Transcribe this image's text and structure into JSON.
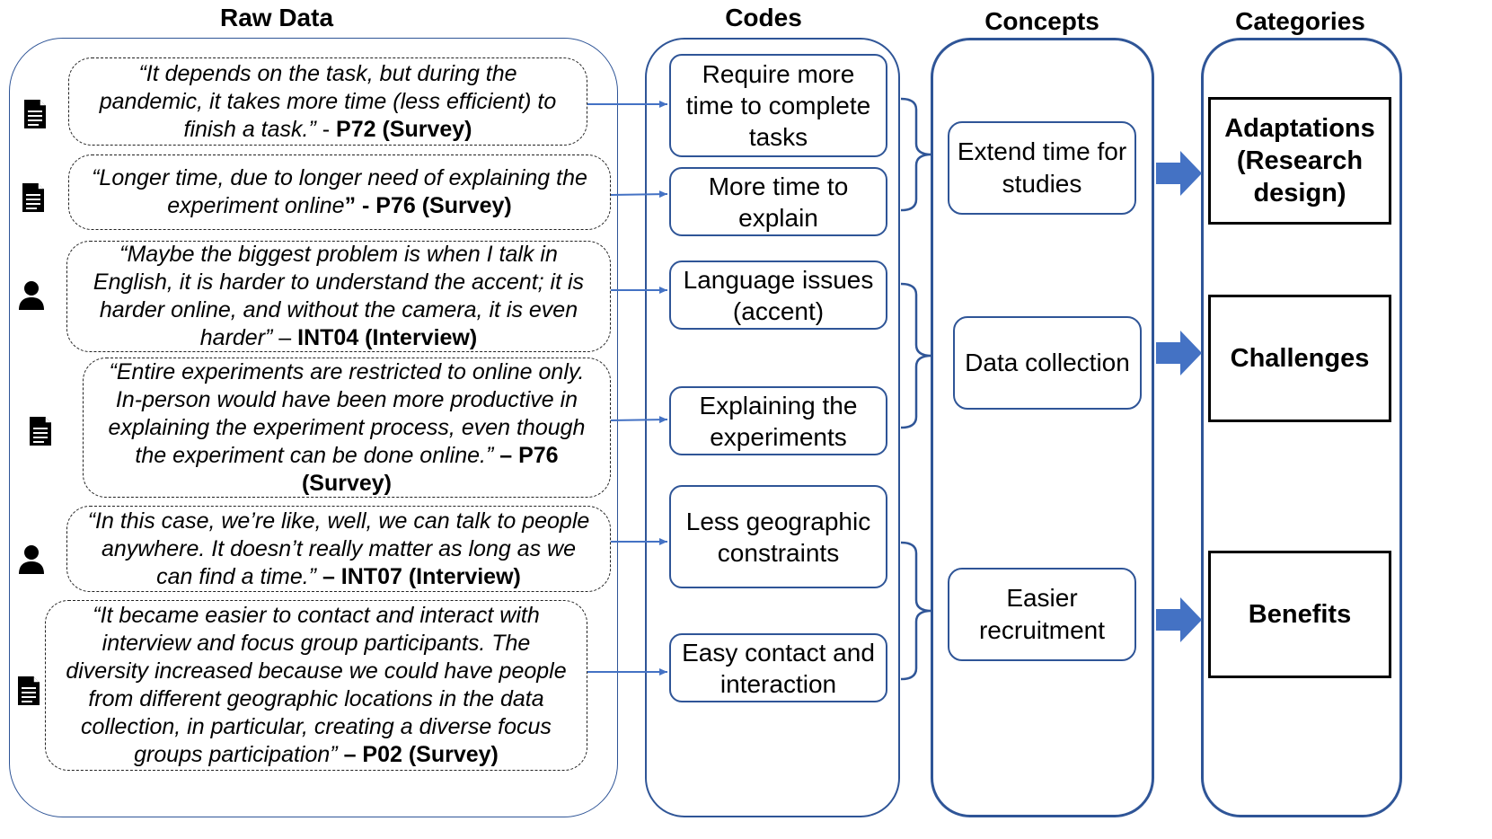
{
  "headers": {
    "raw_data": "Raw Data",
    "codes": "Codes",
    "concepts": "Concepts",
    "categories": "Categories"
  },
  "quotes": [
    {
      "icon": "document-icon",
      "lines": [
        "“It depends on the task, but during the",
        "pandemic, it takes more time (less efficient) to",
        "finish a task.”"
      ],
      "source_sep": " - ",
      "source": "P72 (Survey)"
    },
    {
      "icon": "document-icon",
      "lines": [
        "“Longer time, due to longer need of explaining the",
        "experiment online"
      ],
      "source_sep": "” - ",
      "source": "P76 (Survey)"
    },
    {
      "icon": "person-icon",
      "lines": [
        "“Maybe the biggest problem is when I talk in",
        "English, it is harder to understand the accent; it is",
        "harder online, and without the camera, it is even",
        "harder”"
      ],
      "source_sep": " – ",
      "source": "INT04 (Interview)"
    },
    {
      "icon": "document-icon",
      "lines": [
        "“Entire experiments are restricted to online only.",
        "In-person would have been more productive in",
        "explaining the experiment process, even though",
        "the experiment can be done online.”"
      ],
      "source_sep": " – ",
      "source": "P76 (Survey)"
    },
    {
      "icon": "person-icon",
      "lines": [
        "“In this case, we’re like, well, we can talk to people",
        "anywhere. It doesn’t really matter as long as we",
        "can find a time.”"
      ],
      "source_sep": " – ",
      "source": "INT07 (Interview)"
    },
    {
      "icon": "document-icon",
      "lines": [
        "“It became easier to contact and interact with",
        "interview and focus group participants. The",
        "diversity increased because we could have people",
        "from different geographic locations in the data",
        "collection, in particular, creating a diverse focus",
        "groups participation”"
      ],
      "source_sep": " – ",
      "source": "P02 (Survey)"
    }
  ],
  "codes": [
    "Require more time to complete tasks",
    "More time to explain",
    "Language issues (accent)",
    "Explaining the experiments",
    "Less geographic constraints",
    "Easy contact and interaction"
  ],
  "concepts": [
    "Extend time for studies",
    "Data collection",
    "Easier recruitment"
  ],
  "categories": [
    "Adaptations (Research design)",
    "Challenges",
    "Benefits"
  ],
  "colors": {
    "accent": "#2f5597",
    "arrow": "#4472c4",
    "text": "#000000"
  }
}
